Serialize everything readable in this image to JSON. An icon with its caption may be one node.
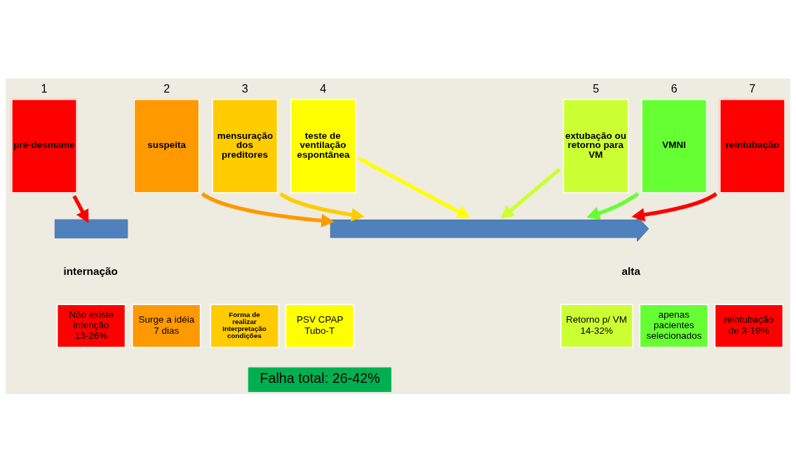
{
  "diagram": {
    "nodes": [
      {
        "text": [
          "pré-desmame"
        ],
        "beside": [
          "1"
        ]
      },
      {
        "text": [
          "suspeita"
        ],
        "beside": [
          "2"
        ]
      },
      {
        "text": [
          "mensuração dos preditores"
        ],
        "beside": [
          "3"
        ]
      },
      {
        "text": [
          "teste de ventilação espontânea"
        ],
        "beside": [
          "4"
        ]
      },
      {
        "text": [
          "extubação ou retorno para VM"
        ],
        "beside": [
          "5"
        ]
      },
      {
        "text": [
          "VMNI"
        ],
        "beside": [
          "6"
        ]
      },
      {
        "text": [
          "reintubação"
        ],
        "beside": [
          "7"
        ]
      },
      {
        "text": [],
        "shape": "bar"
      },
      {
        "text": [],
        "shape": "arrow"
      },
      {
        "text": [
          "Não existe intenção 13-26%"
        ]
      },
      {
        "text": [
          "Surge a idéia 7 dias"
        ]
      },
      {
        "text": [
          "Forma de realizar Interpretação condições"
        ]
      },
      {
        "text": [
          "PSV CPAP Tubo-T"
        ]
      },
      {
        "text": [
          "Retorno p/ VM 14-32%"
        ]
      },
      {
        "text": [
          "apenas pacientes selecionados"
        ]
      },
      {
        "text": [
          "reintubação de 3-19%"
        ]
      },
      {
        "text": [
          "Falha total: 26-42%"
        ]
      }
    ],
    "edges": [
      {
        "from": 0,
        "to": 7,
        "arrow": "to",
        "color": "#ff0000"
      },
      {
        "from": 1,
        "to": 8,
        "arrow": "to",
        "color": "#ff9900"
      },
      {
        "from": 2,
        "to": 8,
        "arrow": "to",
        "color": "#ffcc00"
      },
      {
        "from": 3,
        "to": 8,
        "arrow": "to",
        "color": "#ffff00"
      },
      {
        "from": 4,
        "to": 8,
        "arrow": "to",
        "color": "#ccff33"
      },
      {
        "from": 5,
        "to": 8,
        "arrow": "to",
        "color": "#66ff33"
      },
      {
        "from": 6,
        "to": 8,
        "arrow": "to",
        "color": "#ff0000"
      }
    ],
    "labels": [
      "internação",
      "alta"
    ]
  }
}
